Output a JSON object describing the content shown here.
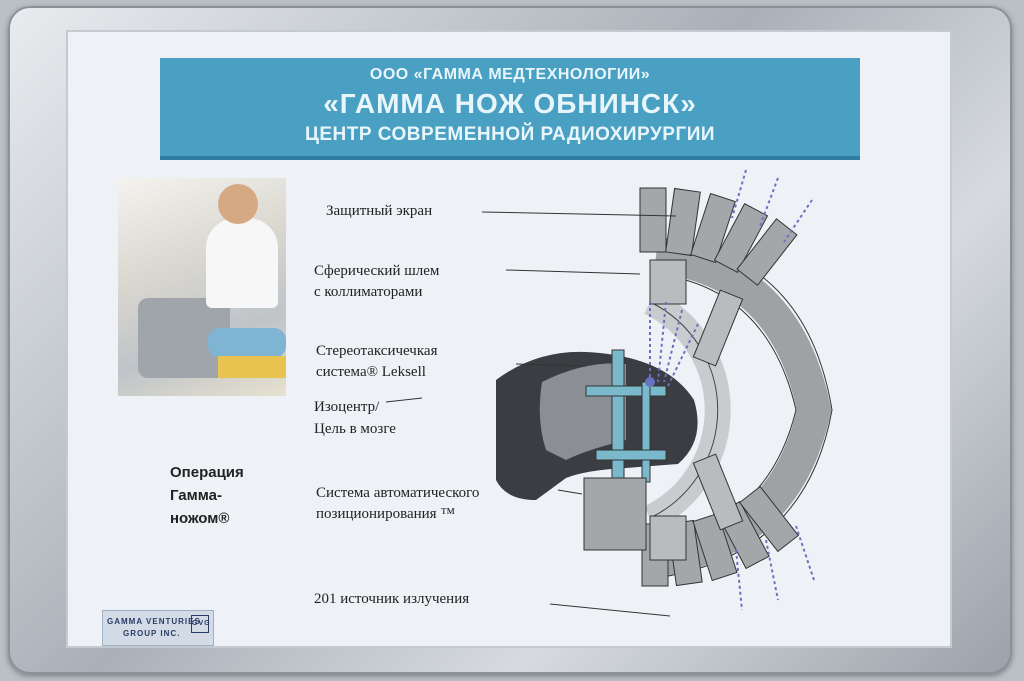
{
  "banner": {
    "line1": "ООО «ГАММА МЕДТЕХНОЛОГИИ»",
    "line2": "«ГАММА НОЖ ОБНИНСК»",
    "line3": "ЦЕНТР СОВРЕМЕННОЙ РАДИОХИРУРГИИ"
  },
  "labels": {
    "shield": "Защитный экран",
    "helmet_1": "Сферический шлем",
    "helmet_2": "с коллиматорами",
    "stereo_1": "Стереотаксичечкая",
    "stereo_2": "система® Leksell",
    "iso_1": "Изоцентр/",
    "iso_2": "Цель в мозге",
    "auto_1": "Система автоматического",
    "auto_2": "позиционирования ™",
    "sources": "201 источник излучения"
  },
  "operation": {
    "line1": "Операция",
    "line2": "Гамма-",
    "line3": "ножом®"
  },
  "logo": {
    "line1": "GAMMA VENTURIES",
    "line2": "GROUP INC.",
    "badge": "GVG"
  },
  "colors": {
    "banner": "#4aa0c3",
    "segment": "#a3a7aa",
    "frame_blue": "#7ab8cc",
    "beam": "#6a72c0"
  }
}
